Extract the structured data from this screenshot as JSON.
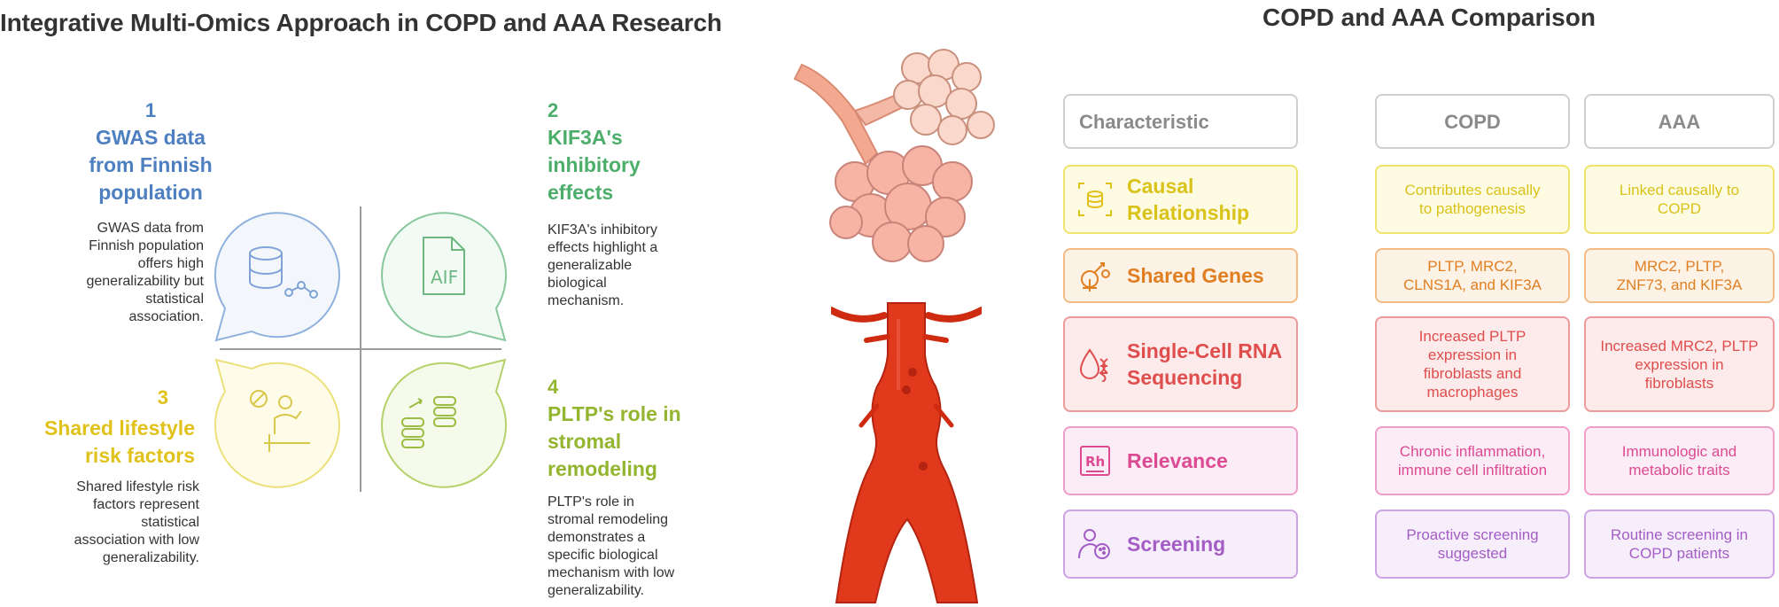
{
  "left_title": "Integrative Multi-Omics Approach in COPD and AAA Research",
  "right_title": "COPD and AAA Comparison",
  "quadrants": [
    {
      "num": "1",
      "heading": [
        "GWAS data",
        "from Finnish",
        "population"
      ],
      "desc": [
        "GWAS data from",
        "Finnish population",
        "offers high",
        "generalizability but",
        "statistical",
        "association."
      ]
    },
    {
      "num": "2",
      "heading": [
        "KIF3A's",
        "inhibitory",
        "effects"
      ],
      "desc": [
        "KIF3A's inhibitory",
        "effects highlight a",
        "generalizable",
        "biological",
        "mechanism."
      ]
    },
    {
      "num": "3",
      "heading": [
        "Shared lifestyle",
        "risk factors"
      ],
      "desc": [
        "Shared lifestyle risk",
        "factors represent",
        "statistical",
        "association with low",
        "generalizability."
      ]
    },
    {
      "num": "4",
      "heading": [
        "PLTP's role in",
        "stromal",
        "remodeling"
      ],
      "desc": [
        "PLTP's role in",
        "stromal remodeling",
        "demonstrates a",
        "specific biological",
        "mechanism with low",
        "generalizability."
      ]
    }
  ],
  "icon_label_aif": "AIF",
  "table": {
    "headers": [
      "Characteristic",
      "COPD",
      "AAA"
    ],
    "rows": [
      {
        "label": [
          "Causal Relationship"
        ],
        "copd": [
          "Contributes causally",
          "to pathogenesis"
        ],
        "aaa": [
          "Linked causally to",
          "COPD"
        ],
        "color": "#e0c21a",
        "icon": "database-scan-icon"
      },
      {
        "label": [
          "Shared Genes"
        ],
        "copd": [
          "PLTP, MRC2,",
          "CLNS1A, and KIF3A"
        ],
        "aaa": [
          "MRC2, PLTP,",
          "ZNF73, and KIF3A"
        ],
        "color": "#e07f22",
        "icon": "gene-tree-icon"
      },
      {
        "label": [
          "Single-Cell RNA",
          "Sequencing"
        ],
        "copd": [
          "Increased PLTP",
          "expression in",
          "fibroblasts and",
          "macrophages"
        ],
        "aaa": [
          "Increased MRC2, PLTP",
          "expression in",
          "fibroblasts"
        ],
        "color": "#df4d4d",
        "icon": "droplet-dna-icon"
      },
      {
        "label": [
          "Relevance"
        ],
        "copd": [
          "Chronic inflammation,",
          "immune cell infiltration"
        ],
        "aaa": [
          "Immunologic and",
          "metabolic traits"
        ],
        "color": "#db4a93",
        "icon": "element-rh-icon",
        "icon_text": "Rh"
      },
      {
        "label": [
          "Screening"
        ],
        "copd": [
          "Proactive screening",
          "suggested"
        ],
        "aaa": [
          "Routine screening in",
          "COPD patients"
        ],
        "color": "#a35dc5",
        "icon": "person-screening-icon"
      }
    ]
  }
}
